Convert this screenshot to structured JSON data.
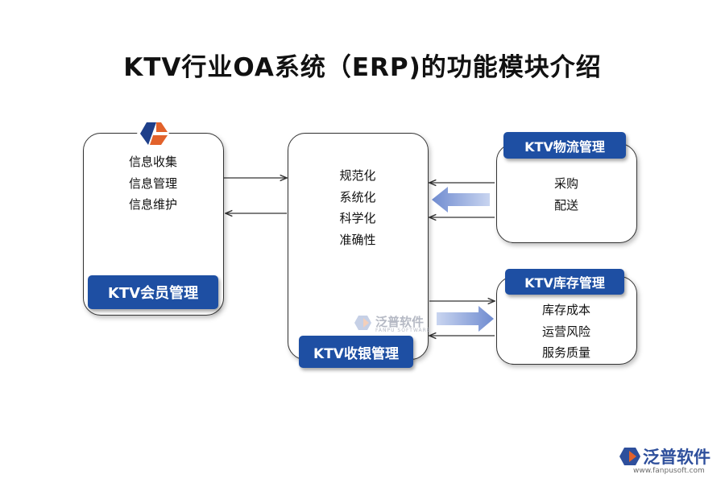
{
  "title": "KTV行业OA系统（ERP)的功能模块介绍",
  "modules": {
    "member": {
      "label": "KTV会员管理",
      "items": [
        "信息收集",
        "信息管理",
        "信息维护"
      ]
    },
    "cashier": {
      "label": "KTV收银管理",
      "items": [
        "规范化",
        "系统化",
        "科学化",
        "准确性"
      ]
    },
    "logistics": {
      "label": "KTV物流管理",
      "items": [
        "采购",
        "配送"
      ]
    },
    "inventory": {
      "label": "KTV库存管理",
      "items": [
        "库存成本",
        "运营风险",
        "服务质量"
      ]
    }
  },
  "watermark": {
    "name": "泛普软件",
    "sub": "FANPU SOFTWARE"
  },
  "footer_logo": {
    "name": "泛普软件",
    "url": "www.fanpusoft.com"
  },
  "colors": {
    "badge": "#1e4fa3",
    "arrow_fill": "#7f9ad6",
    "border": "#333333"
  }
}
